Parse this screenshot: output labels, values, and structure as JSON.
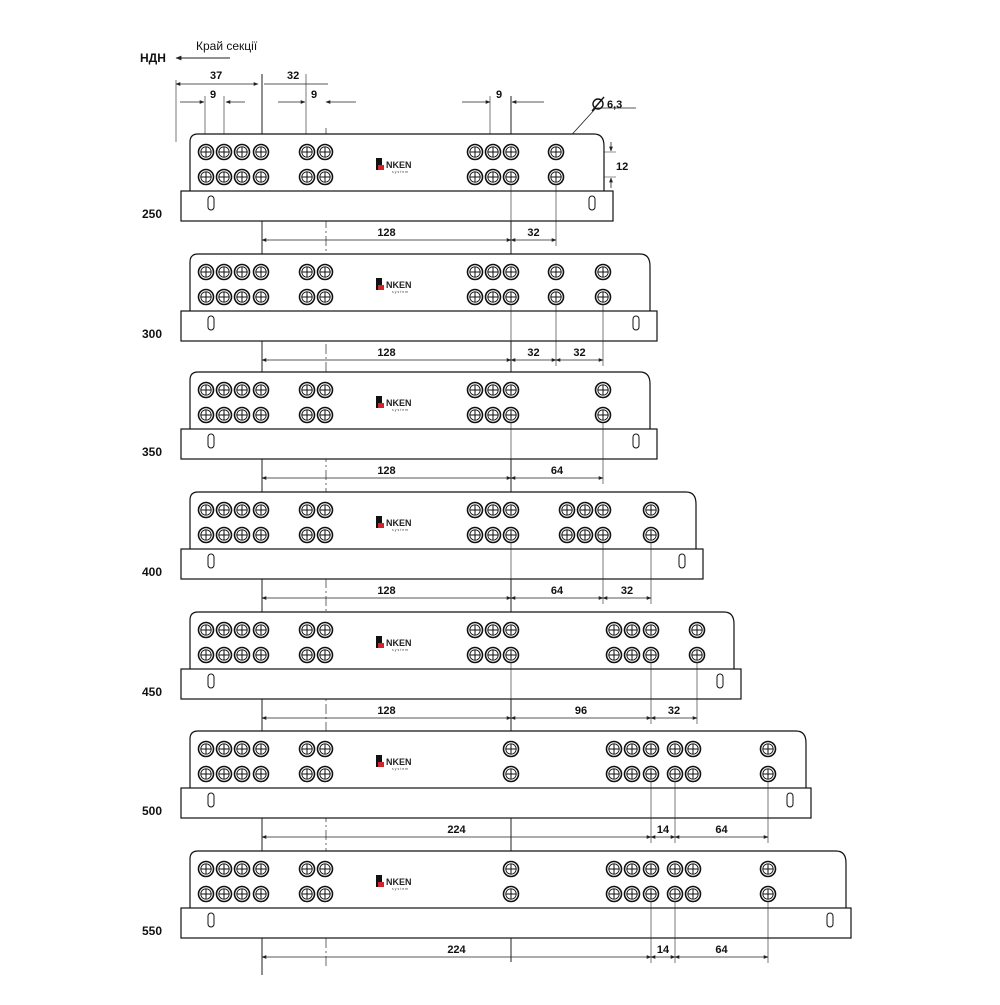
{
  "header": {
    "origin_label": "НДН",
    "edge_label": "Край секції"
  },
  "top_dims": {
    "d37": "37",
    "d32": "32",
    "d9_left": "9",
    "d9_mid": "9",
    "d9_right": "9",
    "hole_diameter": "6,3",
    "d12": "12"
  },
  "brand": {
    "name_rest": "NKEN",
    "sub": "system"
  },
  "rails": [
    {
      "size": "250",
      "dims": [
        "128",
        "32"
      ]
    },
    {
      "size": "300",
      "dims": [
        "128",
        "32",
        "32"
      ]
    },
    {
      "size": "350",
      "dims": [
        "128",
        "64"
      ]
    },
    {
      "size": "400",
      "dims": [
        "128",
        "64",
        "32"
      ]
    },
    {
      "size": "450",
      "dims": [
        "128",
        "96",
        "32"
      ]
    },
    {
      "size": "500",
      "dims": [
        "224",
        "14",
        "64"
      ]
    },
    {
      "size": "550",
      "dims": [
        "224",
        "14",
        "64"
      ]
    }
  ]
}
